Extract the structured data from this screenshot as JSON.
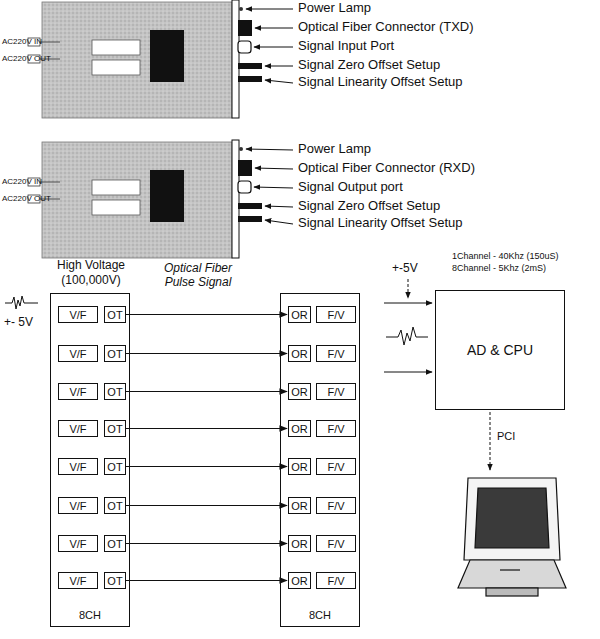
{
  "diagram": {
    "nodes": [
      {
        "text": [
          "High Voltage (100,000V)",
          "8CH"
        ]
      },
      {
        "text": [
          "V/F"
        ],
        "in": 0
      },
      {
        "text": [
          "OT"
        ],
        "in": 0
      },
      {
        "text": [
          "V/F"
        ],
        "in": 0
      },
      {
        "text": [
          "OT"
        ],
        "in": 0
      },
      {
        "text": [
          "V/F"
        ],
        "in": 0
      },
      {
        "text": [
          "OT"
        ],
        "in": 0
      },
      {
        "text": [
          "V/F"
        ],
        "in": 0
      },
      {
        "text": [
          "OT"
        ],
        "in": 0
      },
      {
        "text": [
          "V/F"
        ],
        "in": 0
      },
      {
        "text": [
          "OT"
        ],
        "in": 0
      },
      {
        "text": [
          "V/F"
        ],
        "in": 0
      },
      {
        "text": [
          "OT"
        ],
        "in": 0
      },
      {
        "text": [
          "V/F"
        ],
        "in": 0
      },
      {
        "text": [
          "OT"
        ],
        "in": 0
      },
      {
        "text": [
          "V/F"
        ],
        "in": 0
      },
      {
        "text": [
          "OT"
        ],
        "in": 0
      },
      {
        "text": [
          "8CH"
        ]
      },
      {
        "text": [
          "OR"
        ],
        "in": 17
      },
      {
        "text": [
          "F/V"
        ],
        "in": 17
      },
      {
        "text": [
          "OR"
        ],
        "in": 17
      },
      {
        "text": [
          "F/V"
        ],
        "in": 17
      },
      {
        "text": [
          "OR"
        ],
        "in": 17
      },
      {
        "text": [
          "F/V"
        ],
        "in": 17
      },
      {
        "text": [
          "OR"
        ],
        "in": 17
      },
      {
        "text": [
          "F/V"
        ],
        "in": 17
      },
      {
        "text": [
          "OR"
        ],
        "in": 17
      },
      {
        "text": [
          "F/V"
        ],
        "in": 17
      },
      {
        "text": [
          "OR"
        ],
        "in": 17
      },
      {
        "text": [
          "F/V"
        ],
        "in": 17
      },
      {
        "text": [
          "OR"
        ],
        "in": 17
      },
      {
        "text": [
          "F/V"
        ],
        "in": 17
      },
      {
        "text": [
          "OR"
        ],
        "in": 17
      },
      {
        "text": [
          "F/V"
        ],
        "in": 17
      },
      {
        "text": [
          "AD & CPU"
        ]
      }
    ],
    "edges": [
      {
        "from": 2,
        "to": 18,
        "arrow": "to"
      },
      {
        "from": 4,
        "to": 20,
        "arrow": "to"
      },
      {
        "from": 6,
        "to": 22,
        "arrow": "to"
      },
      {
        "from": 8,
        "to": 24,
        "arrow": "to"
      },
      {
        "from": 10,
        "to": 26,
        "arrow": "to"
      },
      {
        "from": 12,
        "to": 28,
        "arrow": "to"
      },
      {
        "from": 14,
        "to": 30,
        "arrow": "to"
      },
      {
        "from": 16,
        "to": 32,
        "arrow": "to"
      }
    ],
    "labels": [
      "AC220V IN",
      "AC220V OUT",
      "Power Lamp",
      "Optical Fiber Connector (TXD)",
      "Signal Input Port",
      "Signal Zero Offset Setup",
      "Signal Linearity Offset Setup",
      "AC220V IN",
      "AC220V OUT",
      "Power Lamp",
      "Optical Fiber Connector (RXD)",
      "Signal Output port",
      "Signal Zero Offset Setup",
      "Signal Linearity Offset Setup",
      "+- 5V",
      "Optical Fiber Pulse Signal",
      "+-5V",
      "1Channel - 40Khz (150uS)",
      "8Channel - 5Khz (2mS)",
      "PCI"
    ]
  }
}
